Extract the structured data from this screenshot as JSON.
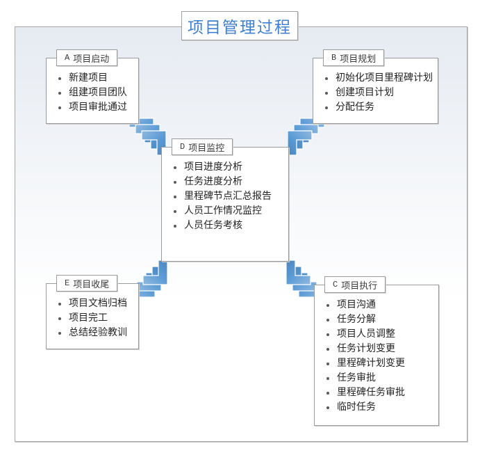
{
  "diagram": {
    "title": "项目管理过程",
    "title_color": "#3f7fd0",
    "accent_color": "#5b9bd5",
    "frame_border_color": "#a6a6a6",
    "background": "light-blue-to-white-gradient"
  },
  "boxes": {
    "a": {
      "key": "A",
      "name": "项目启动",
      "items": [
        "新建项目",
        "组建项目团队",
        "项目审批通过"
      ]
    },
    "b": {
      "key": "B",
      "name": "项目规划",
      "items": [
        "初始化项目里程碑计划",
        "创建项目计划",
        "分配任务"
      ]
    },
    "c": {
      "key": "C",
      "name": "项目执行",
      "items": [
        "项目沟通",
        "任务分解",
        "项目人员调整",
        "任务计划变更",
        "里程碑计划变更",
        "任务审批",
        "里程碑任务审批",
        "临时任务"
      ]
    },
    "d": {
      "key": "D",
      "name": "项目监控",
      "items": [
        "项目进度分析",
        "任务进度分析",
        "里程碑节点汇总报告",
        "人员工作情况监控",
        "人员任务考核"
      ]
    },
    "e": {
      "key": "E",
      "name": "项目收尾",
      "items": [
        "项目文档归档",
        "项目完工",
        "总结经验教训"
      ]
    }
  },
  "connectors": [
    {
      "id": "a-to-d",
      "from": "A 项目启动",
      "to": "D 项目监控",
      "direction": "down-right",
      "style": "triple-chevron"
    },
    {
      "id": "b-to-d",
      "from": "B 项目规划",
      "to": "D 项目监控",
      "direction": "down-left",
      "style": "triple-chevron"
    },
    {
      "id": "e-to-d",
      "from": "E 项目收尾",
      "to": "D 项目监控",
      "direction": "up-right",
      "style": "triple-chevron"
    },
    {
      "id": "c-to-d",
      "from": "C 项目执行",
      "to": "D 项目监控",
      "direction": "up-left",
      "style": "triple-chevron"
    }
  ]
}
